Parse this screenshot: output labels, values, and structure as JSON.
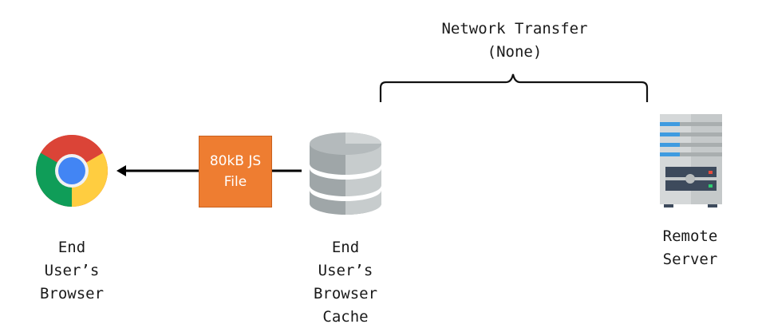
{
  "diagram": {
    "network_transfer": {
      "title": "Network Transfer",
      "subtitle": "(None)"
    },
    "nodes": [
      {
        "id": "browser",
        "icon": "chrome-browser-icon",
        "label": "End\nUser’s\nBrowser"
      },
      {
        "id": "cache",
        "icon": "database-cache-icon",
        "label": "End\nUser’s\nBrowser\nCache"
      },
      {
        "id": "server",
        "icon": "server-tower-icon",
        "label": "Remote\nServer"
      }
    ],
    "payload": {
      "label": "80kB JS\nFile",
      "color": "#ee7d31"
    },
    "flow": {
      "from": "End User’s Browser Cache",
      "to": "End User’s Browser"
    },
    "colors": {
      "chrome_red": "#db4437",
      "chrome_green": "#0f9d58",
      "chrome_yellow": "#ffcd40",
      "chrome_blue": "#4285f4",
      "server_stripe_blue": "#3f9be0",
      "server_led_red": "#e84c3d",
      "server_led_green": "#2ecc71"
    }
  }
}
